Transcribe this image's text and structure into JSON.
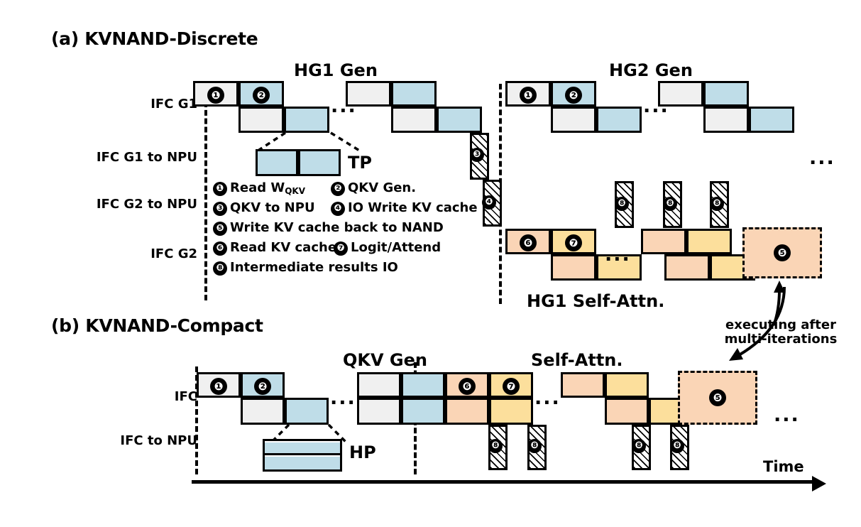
{
  "panels": [
    {
      "id": "a",
      "title": "(a) KVNAND-Discrete"
    },
    {
      "id": "b",
      "title": "(b) KVNAND-Compact"
    }
  ],
  "panel_a": {
    "title": "(a) KVNAND-Discrete",
    "phase_titles": [
      {
        "text": "HG1 Gen"
      },
      {
        "text": "HG2 Gen"
      },
      {
        "text": "HG1 Self-Attn."
      }
    ],
    "row_labels": [
      "IFC G1",
      "IFC G1 to NPU",
      "IFC G2 to NPU",
      "IFC G2"
    ],
    "callout_label": "TP",
    "ellipses": [
      "...",
      "...",
      "...",
      "..."
    ],
    "markers": [
      "1",
      "2",
      "1",
      "2",
      "3",
      "4",
      "8",
      "8",
      "8",
      "6",
      "7",
      "5"
    ]
  },
  "panel_b": {
    "title": "(b) KVNAND-Compact",
    "phase_titles": [
      {
        "text": "QKV Gen"
      },
      {
        "text": "Self-Attn."
      }
    ],
    "row_labels": [
      "IFC",
      "IFC to NPU"
    ],
    "callout_label": "HP",
    "ellipses": [
      "...",
      "...",
      "..."
    ],
    "markers": [
      "1",
      "2",
      "6",
      "7",
      "5",
      "8",
      "8",
      "8",
      "8"
    ]
  },
  "legend": {
    "items": [
      {
        "num": "1",
        "label": "Read W",
        "sub": "QKV"
      },
      {
        "num": "2",
        "label": "QKV Gen.",
        "sub": ""
      },
      {
        "num": "3",
        "label": "QKV to NPU",
        "sub": ""
      },
      {
        "num": "4",
        "label": "IO Write KV cache",
        "sub": ""
      },
      {
        "num": "5",
        "label": "Write KV cache back to NAND",
        "sub": ""
      },
      {
        "num": "6",
        "label": "Read KV cache",
        "sub": ""
      },
      {
        "num": "7",
        "label": "Logit/Attend",
        "sub": ""
      },
      {
        "num": "8",
        "label": "Intermediate results IO",
        "sub": ""
      }
    ]
  },
  "annotation": {
    "line1": "executing after",
    "line2": "multi-iterations"
  },
  "axis": {
    "time_label": "Time"
  },
  "colors": {
    "blue": "#bfdde8",
    "grey": "#f0f0f0",
    "orange": "#fad5b6",
    "yellow": "#fcdf9c",
    "outline": "#000000",
    "hatch": "#000000"
  }
}
